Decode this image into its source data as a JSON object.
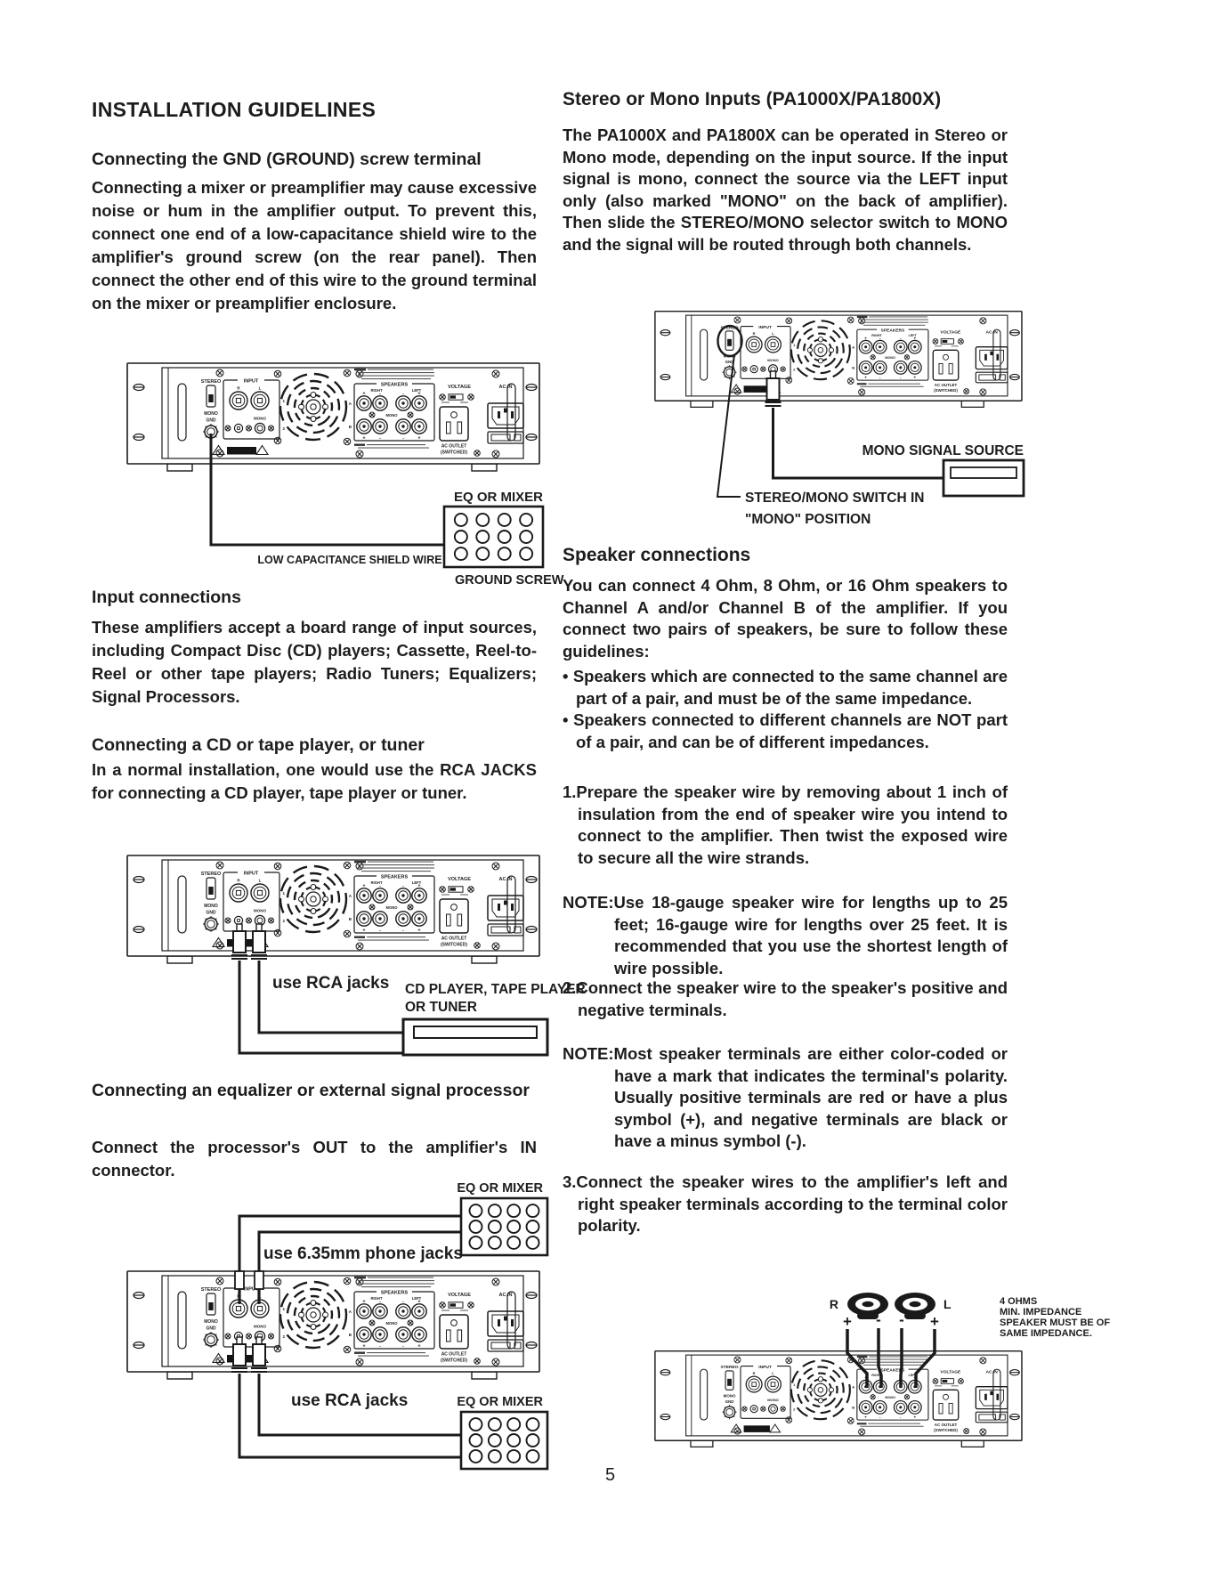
{
  "page": {
    "number": "5"
  },
  "left_column": {
    "title": "INSTALLATION GUIDELINES",
    "gnd_section": {
      "heading": "Connecting the GND (GROUND) screw terminal",
      "body": "Connecting a mixer or preamplifier may cause excessive noise or hum in the amplifier output. To prevent this, connect one end of a low-capacitance shield wire to the amplifier's ground screw (on the rear panel). Then connect the other end of this wire to the ground terminal on the mixer or preamplifier enclosure."
    },
    "diagram_gnd": {
      "eq_or_mixer": "EQ OR MIXER",
      "shield_wire": "LOW CAPACITANCE SHIELD WIRE",
      "ground_screw": "GROUND SCREW"
    },
    "input_section": {
      "heading": "Input connections",
      "body": "These amplifiers accept a board range of input sources, including Compact Disc (CD) players; Cassette, Reel-to-Reel or other tape players; Radio Tuners; Equalizers; Signal Processors."
    },
    "cd_section": {
      "heading": "Connecting a CD or tape player, or tuner",
      "body": "In a normal installation, one would use the RCA JACKS for connecting a CD player, tape player or tuner."
    },
    "diagram_cd": {
      "use_rca": "use RCA jacks",
      "device_line1": "CD PLAYER, TAPE PLAYER",
      "device_line2": "OR TUNER"
    },
    "eq_section": {
      "heading": "Connecting an equalizer or external signal processor",
      "body": "Connect the processor's OUT to the amplifier's IN connector."
    },
    "diagram_eq": {
      "eq_top": "EQ OR MIXER",
      "use_phone": "use 6.35mm phone jacks",
      "use_rca": "use RCA jacks",
      "eq_bottom": "EQ OR MIXER"
    }
  },
  "right_column": {
    "stereo_section": {
      "heading": "Stereo or Mono Inputs (PA1000X/PA1800X)",
      "body": "The PA1000X and PA1800X can be operated in Stereo or Mono mode, depending on the input source. If the input signal is mono, connect the source via the LEFT input only (also marked \"MONO\" on the back of amplifier). Then slide the STEREO/MONO selector switch to MONO and the signal will be routed through both channels."
    },
    "diagram_mono": {
      "source_label": "MONO SIGNAL SOURCE",
      "switch_label_1": "STEREO/MONO SWITCH IN",
      "switch_label_2": "\"MONO\" POSITION"
    },
    "speaker_section": {
      "heading": "Speaker connections",
      "intro": "You can connect 4 Ohm, 8 Ohm, or 16 Ohm speakers to Channel A and/or Channel B of the amplifier. If you connect two pairs of speakers, be sure to follow these guidelines:",
      "bullets": [
        "Speakers which are connected to the same channel are part of a pair, and must be of the same impedance.",
        "Speakers connected to different channels are NOT part of a pair, and can be of different impedances."
      ],
      "steps": [
        {
          "label": "1.",
          "text": "Prepare the speaker wire by removing about 1 inch of insulation from the end of speaker wire you intend to connect to the amplifier. Then twist the exposed wire to secure all the wire strands."
        },
        {
          "label": "NOTE:",
          "text": "Use 18-gauge speaker wire for lengths up to 25 feet; 16-gauge wire for lengths over 25 feet. It is recommended that you use the shortest length of wire possible."
        },
        {
          "label": "2.",
          "text": "Connect the speaker wire to the speaker's positive and negative terminals."
        },
        {
          "label": "NOTE:",
          "text": "Most speaker terminals are either color-coded or have a mark that indicates the terminal's polarity. Usually positive terminals are red or have a plus symbol (+), and negative terminals are black or have a minus symbol (-)."
        },
        {
          "label": "3.",
          "text": "Connect the speaker wires to the amplifier's left and right speaker terminals according to the terminal color polarity."
        }
      ]
    },
    "diagram_speakers": {
      "r_label": "R",
      "l_label": "L",
      "plus": "+",
      "minus": "-",
      "note_lines": [
        "4 OHMS",
        "MIN. IMPEDANCE",
        "SPEAKER MUST BE OF",
        "SAME IMPEDANCE."
      ]
    }
  },
  "amp_panel": {
    "stereo": "STEREO",
    "mono_switch": "MONO",
    "gnd": "GND",
    "input": "INPUT",
    "r": "R",
    "l": "L",
    "mono_in": "MONO",
    "one": "1",
    "two": "2",
    "caution": "CAUTION",
    "speakers": "SPEAKERS",
    "right": "RIGHT",
    "left": "LEFT",
    "a": "A",
    "b": "B",
    "mono_sp": "MONO",
    "voltage": "VOLTAGE",
    "ac_in": "AC IN",
    "ac_outlet_1": "AC OUTLET",
    "ac_outlet_2": "(SWITCHED)"
  },
  "colors": {
    "ink": "#1d1d1d",
    "line": "#1a1a1a"
  }
}
